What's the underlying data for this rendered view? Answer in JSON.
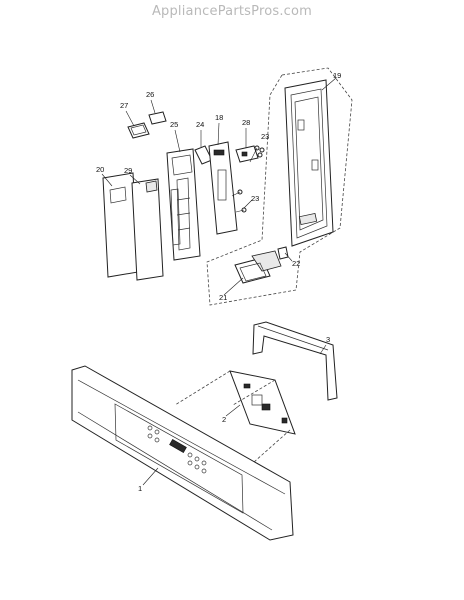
{
  "header": {
    "brand": "AppliancePartsPros.com"
  },
  "callouts": [
    {
      "id": "19",
      "label": "19"
    },
    {
      "id": "26",
      "label": "26"
    },
    {
      "id": "27",
      "label": "27"
    },
    {
      "id": "25",
      "label": "25"
    },
    {
      "id": "24",
      "label": "24"
    },
    {
      "id": "18",
      "label": "18"
    },
    {
      "id": "28",
      "label": "28"
    },
    {
      "id": "23a",
      "label": "23"
    },
    {
      "id": "20",
      "label": "20"
    },
    {
      "id": "29",
      "label": "29"
    },
    {
      "id": "23b",
      "label": "23"
    },
    {
      "id": "22",
      "label": "22"
    },
    {
      "id": "21",
      "label": "21"
    },
    {
      "id": "3",
      "label": "3"
    },
    {
      "id": "2",
      "label": "2"
    },
    {
      "id": "1",
      "label": "1"
    }
  ]
}
